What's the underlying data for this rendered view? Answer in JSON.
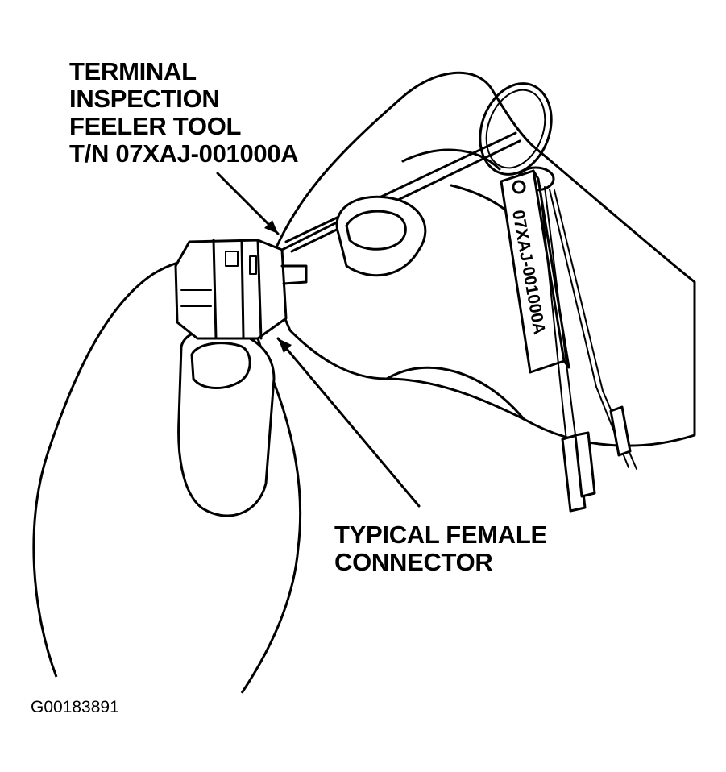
{
  "labels": {
    "tool_line1": "TERMINAL",
    "tool_line2": "INSPECTION",
    "tool_line3": "FEELER TOOL",
    "tool_line4": "T/N 07XAJ-001000A",
    "connector_line1": "TYPICAL FEMALE",
    "connector_line2": "CONNECTOR",
    "tag_engraving": "07XAJ-001000A",
    "figure_id": "G00183891"
  },
  "colors": {
    "ink": "#000000",
    "paper": "#ffffff"
  }
}
